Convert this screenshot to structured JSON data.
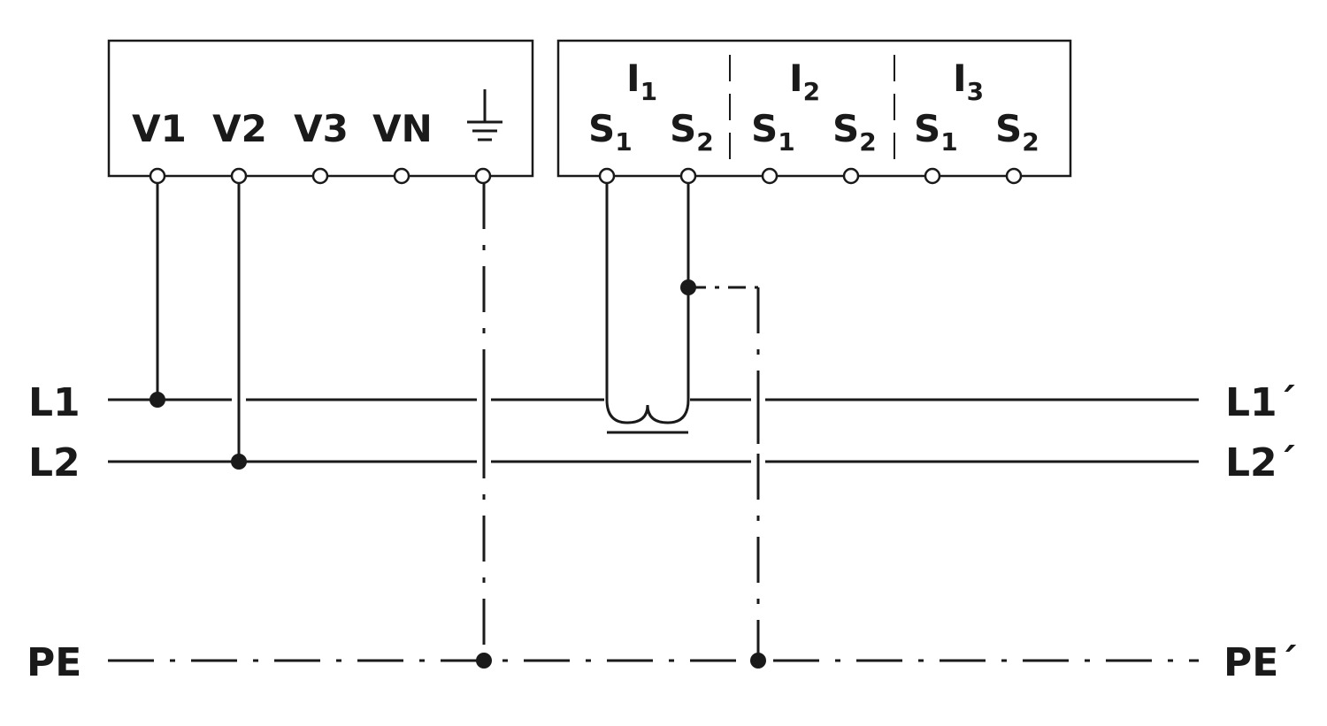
{
  "voltage_terminals": {
    "labels": [
      "V1",
      "V2",
      "V3",
      "VN"
    ],
    "ground_icon": "earth-ground-icon"
  },
  "current_terminals": {
    "groups": [
      {
        "main": "I",
        "sub": "1"
      },
      {
        "main": "I",
        "sub": "2"
      },
      {
        "main": "I",
        "sub": "3"
      }
    ],
    "s_main": "S",
    "s1_sub": "1",
    "s2_sub": "2"
  },
  "lines_left": [
    "L1",
    "L2",
    "PE"
  ],
  "lines_right": [
    "L1´",
    "L2´",
    "PE´"
  ],
  "colors": {
    "ink": "#1a1a1a",
    "background": "#ffffff"
  }
}
